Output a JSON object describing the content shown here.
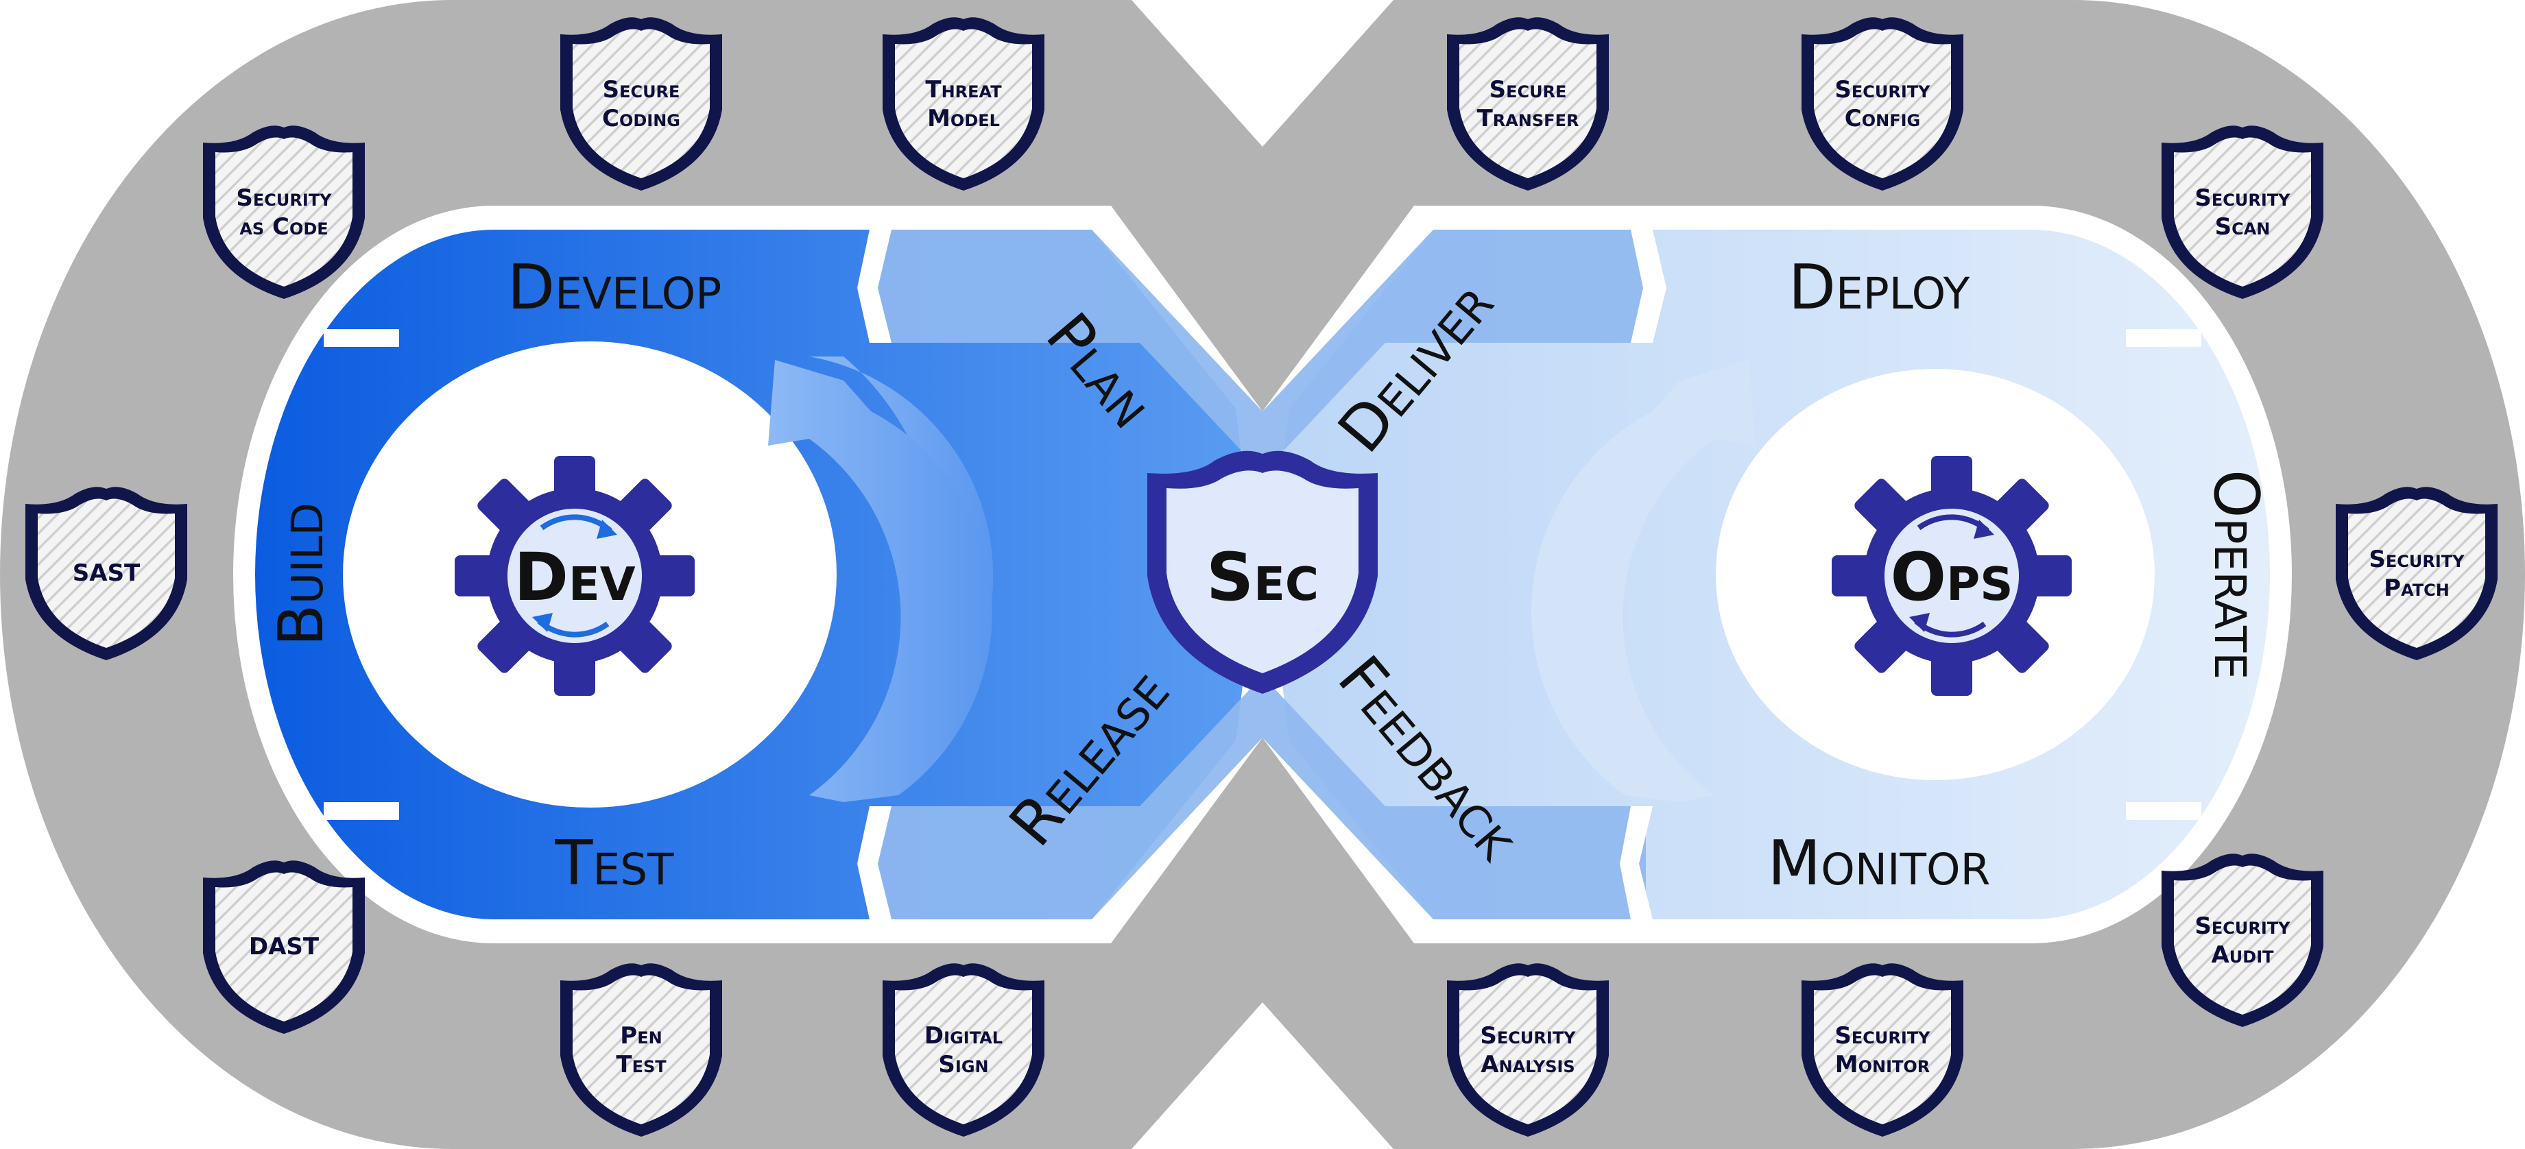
{
  "hubs": {
    "dev": "Dev",
    "sec": "Sec",
    "ops": "Ops"
  },
  "stages": {
    "develop": "Develop",
    "build": "Build",
    "test": "Test",
    "plan": "Plan",
    "release": "Release",
    "deliver": "Deliver",
    "feedback": "Feedback",
    "deploy": "Deploy",
    "operate": "Operate",
    "monitor": "Monitor"
  },
  "badges": [
    {
      "id": "secure-coding",
      "lines": [
        "Secure",
        "Coding"
      ]
    },
    {
      "id": "threat-model",
      "lines": [
        "Threat",
        "Model"
      ]
    },
    {
      "id": "secure-transfer",
      "lines": [
        "Secure",
        "Transfer"
      ]
    },
    {
      "id": "security-config",
      "lines": [
        "Security",
        "Config"
      ]
    },
    {
      "id": "security-as-code",
      "lines": [
        "Security",
        "as Code"
      ]
    },
    {
      "id": "security-scan",
      "lines": [
        "Security",
        "Scan"
      ]
    },
    {
      "id": "sast",
      "lines": [
        "SAST"
      ]
    },
    {
      "id": "security-patch",
      "lines": [
        "Security",
        "Patch"
      ]
    },
    {
      "id": "dast",
      "lines": [
        "DAST"
      ]
    },
    {
      "id": "security-audit",
      "lines": [
        "Security",
        "Audit"
      ]
    },
    {
      "id": "pen-test",
      "lines": [
        "Pen",
        "Test"
      ]
    },
    {
      "id": "digital-sign",
      "lines": [
        "Digital",
        "Sign"
      ]
    },
    {
      "id": "security-analysis",
      "lines": [
        "Security",
        "Analysis"
      ]
    },
    {
      "id": "security-monitor",
      "lines": [
        "Security",
        "Monitor"
      ]
    }
  ],
  "colors": {
    "ring": "#b3b3b3",
    "dev_dark": "#1565e0",
    "dev_mid": "#5b9bf0",
    "center": "#8fb8f0",
    "ops_light": "#c7dcf7",
    "gear": "#2e2d9e",
    "shield_outline": "#10154a",
    "accent_arrow": "#1f6be0"
  }
}
